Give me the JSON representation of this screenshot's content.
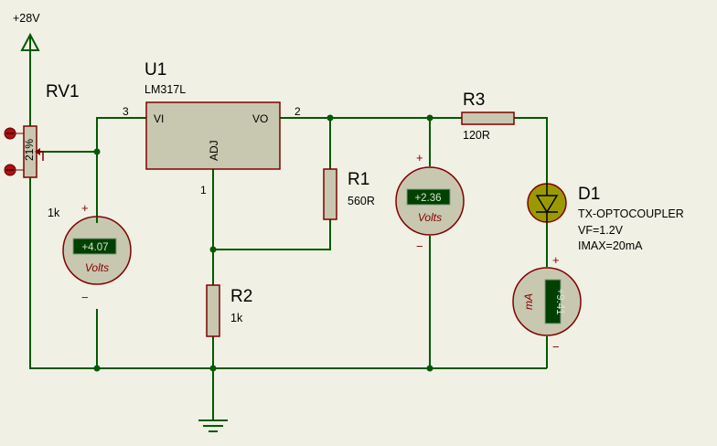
{
  "supply": {
    "label": "+28V"
  },
  "rv1": {
    "name": "RV1",
    "value": "1k",
    "wiper": "21%"
  },
  "u1": {
    "name": "U1",
    "part": "LM317L",
    "pin_vi": "VI",
    "pin_vo": "VO",
    "pin_adj": "ADJ",
    "pin_num_vi": "3",
    "pin_num_vo": "2",
    "pin_num_adj": "1"
  },
  "r1": {
    "name": "R1",
    "value": "560R"
  },
  "r2": {
    "name": "R2",
    "value": "1k"
  },
  "r3": {
    "name": "R3",
    "value": "120R"
  },
  "d1": {
    "name": "D1",
    "part": "TX-OPTOCOUPLER",
    "vf": "VF=1.2V",
    "imax": "IMAX=20mA"
  },
  "voltmeter1": {
    "reading": "+4.07",
    "unit": "Volts",
    "plus": "+",
    "minus": "−"
  },
  "voltmeter2": {
    "reading": "+2.36",
    "unit": "Volts",
    "plus": "+",
    "minus": "−"
  },
  "ammeter": {
    "reading": "+9.41",
    "unit": "mA",
    "plus": "+",
    "minus": "−"
  },
  "colors": {
    "wire": "#005a00",
    "body": "#c8c8b0",
    "outline": "#800000",
    "lcd": "#004000",
    "led": "#9a9a00"
  }
}
